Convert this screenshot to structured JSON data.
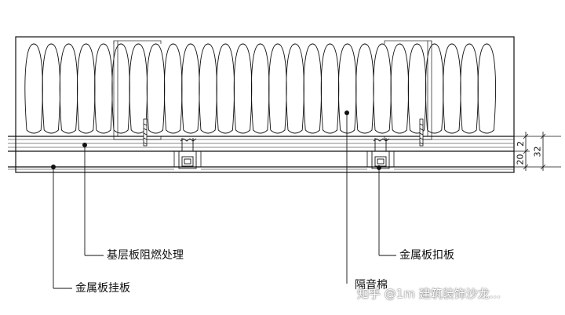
{
  "labels": {
    "base_layer": "基层板阻燃处理",
    "metal_hanger": "金属板挂板",
    "sound_board": "隔音棉",
    "metal_clip": "金属板扣板"
  },
  "dimensions": {
    "d2": "2",
    "d20": "20",
    "d32": "32"
  },
  "watermark": "知乎 @1m 建筑装饰沙龙...",
  "colors": {
    "line": "#111111",
    "background": "#ffffff"
  }
}
